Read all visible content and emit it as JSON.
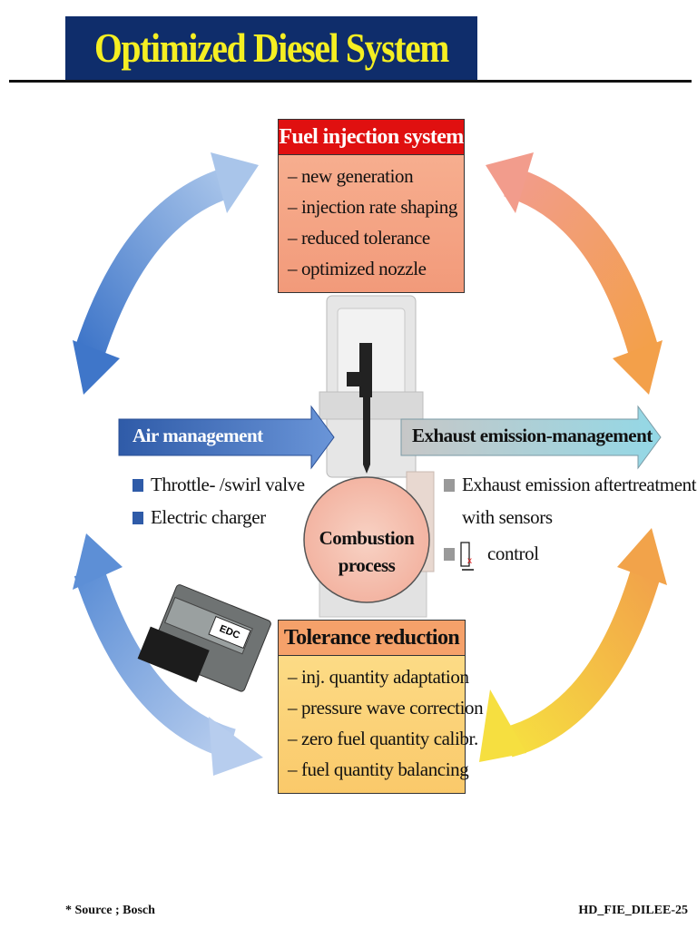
{
  "title": "Optimized Diesel System",
  "fuel_injection": {
    "heading": "Fuel injection system",
    "items": [
      "– new generation",
      "– injection rate shaping",
      "– reduced tolerance",
      "– optimized nozzle"
    ]
  },
  "tolerance": {
    "heading": "Tolerance reduction",
    "items": [
      "– inj. quantity adaptation",
      "– pressure wave correction",
      "– zero fuel quantity calibr.",
      "– fuel quantity balancing"
    ]
  },
  "air": {
    "heading": "Air management",
    "items": [
      "Throttle- /swirl valve",
      "Electric charger"
    ]
  },
  "exhaust": {
    "heading": "Exhaust emission-management",
    "items": [
      "Exhaust emission aftertreatment",
      "with sensors",
      "control"
    ]
  },
  "combustion": {
    "line1": "Combustion",
    "line2": "process"
  },
  "ecu_label": "EDC",
  "footer": {
    "source": "* Source ; Bosch",
    "code": "HD_FIE_DILEE-25"
  },
  "colors": {
    "title_bg": "#0f2d6b",
    "title_text": "#f5ef22",
    "fuel_head": "#e01010",
    "tol_head": "#f5a16a",
    "air_arrow": "#3a67b5",
    "exhaust_arrow": "#8fd3e2"
  }
}
